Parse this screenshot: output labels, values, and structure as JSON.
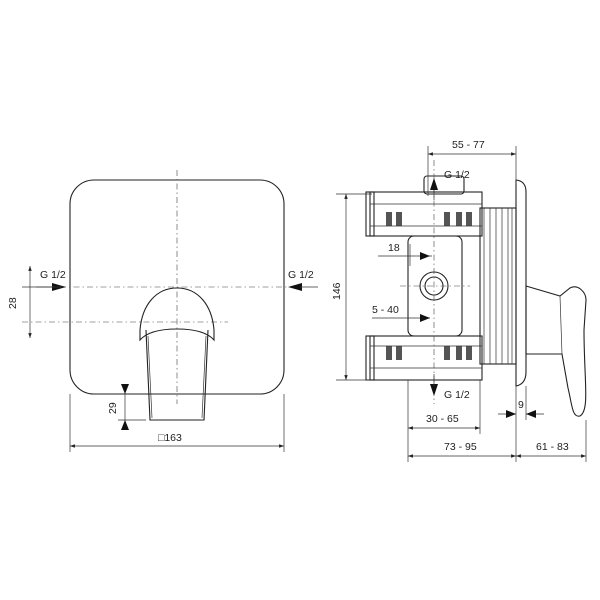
{
  "front_view": {
    "inlet_left": "G 1/2",
    "inlet_right": "G 1/2",
    "dim_height": "28",
    "dim_lever": "29",
    "dim_width": "□163"
  },
  "side_view": {
    "inlet_top": "G 1/2",
    "inlet_bottom": "G 1/2",
    "dim_55_77": "55 - 77",
    "dim_18": "18",
    "dim_146": "146",
    "dim_5_40": "5 - 40",
    "dim_30_65": "30 - 65",
    "dim_9": "9",
    "dim_73_95": "73 - 95",
    "dim_61_83": "61 - 83"
  }
}
